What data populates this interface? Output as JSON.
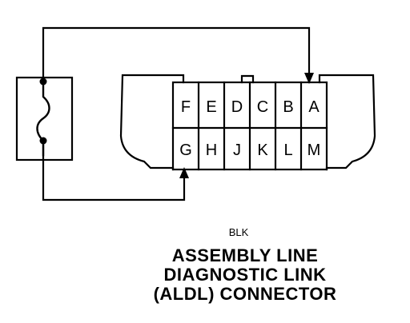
{
  "connector": {
    "top_row": [
      "F",
      "E",
      "D",
      "C",
      "B",
      "A"
    ],
    "bottom_row": [
      "G",
      "H",
      "J",
      "K",
      "L",
      "M"
    ]
  },
  "wire_color": "BLK",
  "title": {
    "line1": "ASSEMBLY LINE",
    "line2": "DIAGNOSTIC LINK",
    "line3": "(ALDL) CONNECTOR"
  }
}
